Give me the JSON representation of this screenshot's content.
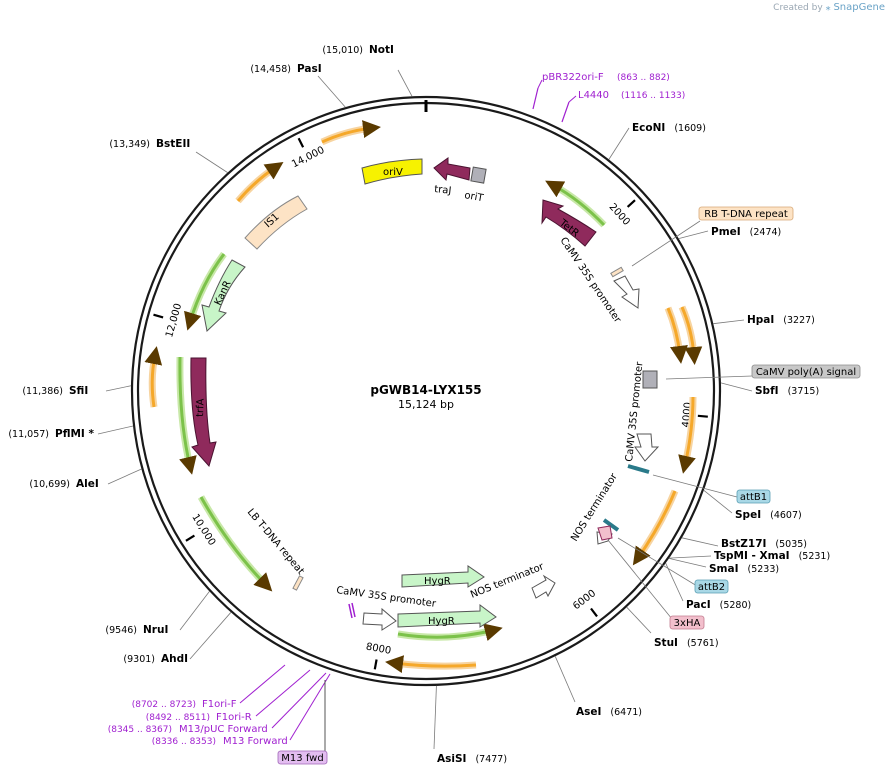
{
  "watermark": {
    "prefix": "Created by",
    "brand": "SnapGene"
  },
  "plasmid": {
    "name": "pGWB14-LYX155",
    "size_label": "15,124 bp",
    "length": 15124
  },
  "ticks": [
    {
      "pos": 2000,
      "label": "2000"
    },
    {
      "pos": 4000,
      "label": "4000"
    },
    {
      "pos": 6000,
      "label": "6000"
    },
    {
      "pos": 8000,
      "label": "8000"
    },
    {
      "pos": 10000,
      "label": "10,000"
    },
    {
      "pos": 12000,
      "label": "12,000"
    },
    {
      "pos": 14000,
      "label": "14,000"
    }
  ],
  "sites": [
    {
      "id": "noti",
      "name": "NotI",
      "pos_label": "(15,010)",
      "pos": 15010,
      "side": "left-pos"
    },
    {
      "id": "pasi",
      "name": "PasI",
      "pos_label": "(14,458)",
      "pos": 14458,
      "side": "left-pos"
    },
    {
      "id": "bsteii",
      "name": "BstEII",
      "pos_label": "(13,349)",
      "pos": 13349,
      "side": "left-pos"
    },
    {
      "id": "sfii",
      "name": "SfiI",
      "pos_label": "(11,386)",
      "pos": 11386,
      "side": "left-pos"
    },
    {
      "id": "pflmi",
      "name": "PflMI *",
      "pos_label": "(11,057)",
      "pos": 11057,
      "side": "left-pos"
    },
    {
      "id": "alei",
      "name": "AleI",
      "pos_label": "(10,699)",
      "pos": 10699,
      "side": "left-pos"
    },
    {
      "id": "nrui",
      "name": "NruI",
      "pos_label": "(9546)",
      "pos": 9546,
      "side": "left-pos"
    },
    {
      "id": "ahdi",
      "name": "AhdI",
      "pos_label": "(9301)",
      "pos": 9301,
      "side": "left-pos"
    },
    {
      "id": "asisi",
      "name": "AsiSI",
      "pos_label": "(7477)",
      "pos": 7477,
      "side": "right-pos"
    },
    {
      "id": "asei",
      "name": "AseI",
      "pos_label": "(6471)",
      "pos": 6471,
      "side": "right-pos"
    },
    {
      "id": "stui",
      "name": "StuI",
      "pos_label": "(5761)",
      "pos": 5761,
      "side": "right-pos"
    },
    {
      "id": "paci",
      "name": "PacI",
      "pos_label": "(5280)",
      "pos": 5280,
      "side": "right-pos"
    },
    {
      "id": "smai",
      "name": "SmaI",
      "pos_label": "(5233)",
      "pos": 5233,
      "side": "right-pos"
    },
    {
      "id": "tspmi",
      "name": "TspMI  - XmaI",
      "pos_label": "(5231)",
      "pos": 5231,
      "side": "right-pos"
    },
    {
      "id": "bstz17i",
      "name": "BstZ17I",
      "pos_label": "(5035)",
      "pos": 5035,
      "side": "right-pos"
    },
    {
      "id": "spei",
      "name": "SpeI",
      "pos_label": "(4607)",
      "pos": 4607,
      "side": "right-pos"
    },
    {
      "id": "sbfi",
      "name": "SbfI",
      "pos_label": "(3715)",
      "pos": 3715,
      "side": "right-pos"
    },
    {
      "id": "hpai",
      "name": "HpaI",
      "pos_label": "(3227)",
      "pos": 3227,
      "side": "right-pos"
    },
    {
      "id": "pmei",
      "name": "PmeI",
      "pos_label": "(2474)",
      "pos": 2474,
      "side": "right-pos"
    },
    {
      "id": "econi",
      "name": "EcoNI",
      "pos_label": "(1609)",
      "pos": 1609,
      "side": "right-pos"
    }
  ],
  "primers": [
    {
      "id": "pbr322ori-f",
      "name": "pBR322ori-F",
      "range": "(863 .. 882)"
    },
    {
      "id": "l4440",
      "name": "L4440",
      "range": "(1116 .. 1133)"
    },
    {
      "id": "f1ori-f",
      "name": "F1ori-F",
      "range": "(8702 .. 8723)"
    },
    {
      "id": "f1ori-r",
      "name": "F1ori-R",
      "range": "(8492 .. 8511)"
    },
    {
      "id": "m13-puc-forward",
      "name": "M13/pUC Forward",
      "range": "(8345 .. 8367)"
    },
    {
      "id": "m13-forward",
      "name": "M13 Forward",
      "range": "(8336 .. 8353)"
    }
  ],
  "boxed_features": [
    {
      "id": "rb-tdna-repeat",
      "label": "RB T-DNA repeat",
      "fill": "#fde3c5",
      "stroke": "#d7a978"
    },
    {
      "id": "camv-polya",
      "label": "CaMV poly(A) signal",
      "fill": "#c8c8c8",
      "stroke": "#8c8c8c"
    },
    {
      "id": "attb1",
      "label": "attB1",
      "fill": "#a9d8e6",
      "stroke": "#5a9fb4"
    },
    {
      "id": "attb2",
      "label": "attB2",
      "fill": "#a9d8e6",
      "stroke": "#5a9fb4"
    },
    {
      "id": "3xha",
      "label": "3xHA",
      "fill": "#f2bfcc",
      "stroke": "#c27d90"
    },
    {
      "id": "m13-fwd",
      "label": "M13 fwd",
      "fill": "#e3bdf0",
      "stroke": "#a066b8"
    }
  ],
  "features": [
    {
      "id": "orit",
      "label": "oriT"
    },
    {
      "id": "traj",
      "label": "traJ"
    },
    {
      "id": "oriv",
      "label": "oriV"
    },
    {
      "id": "is1",
      "label": "IS1"
    },
    {
      "id": "kanr",
      "label": "KanR"
    },
    {
      "id": "trfa",
      "label": "trfA"
    },
    {
      "id": "tetr",
      "label": "TetR"
    },
    {
      "id": "camv35s-a",
      "label": "CaMV 35S promoter"
    },
    {
      "id": "camv35s-b",
      "label": "CaMV 35S promoter"
    },
    {
      "id": "nos-term-a",
      "label": "NOS terminator"
    },
    {
      "id": "lb-tdna",
      "label": "LB T-DNA repeat"
    },
    {
      "id": "camv35s-c",
      "label": "CaMV 35S promoter"
    },
    {
      "id": "nos-term-b",
      "label": "NOS terminator"
    },
    {
      "id": "hygr-a",
      "label": "HygR"
    },
    {
      "id": "hygr-b",
      "label": "HygR"
    }
  ],
  "colors": {
    "ring": "#1a1a1a",
    "orf_fill": "#f5a82a",
    "orf_glow": "#f7d4a0",
    "green_fill": "#7cc24a",
    "green_glow": "#c8e8a8",
    "trfa": "#8f2a5c",
    "oriv": "#f7f200",
    "primer": "#a020d0",
    "site_line": "#7a7a7a"
  }
}
